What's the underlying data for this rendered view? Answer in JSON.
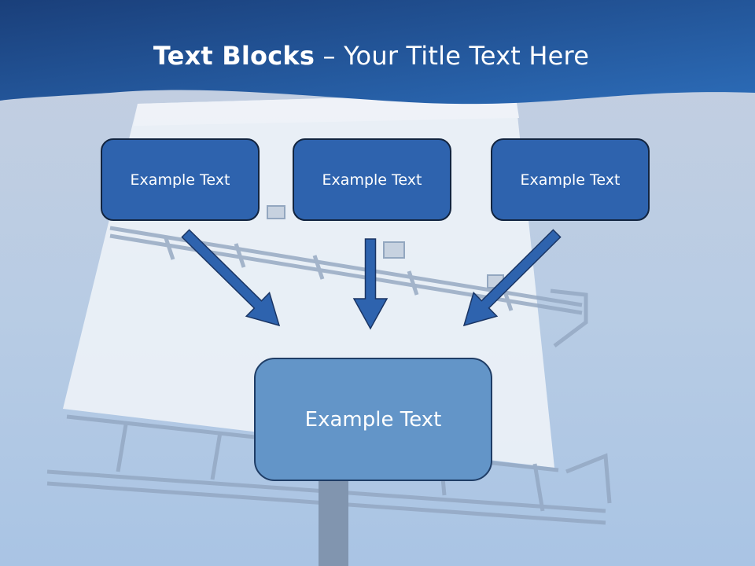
{
  "title": {
    "bold": "Text Blocks",
    "dash": " – ",
    "rest": "Your Title Text Here"
  },
  "blocks": [
    {
      "label": "Example Text"
    },
    {
      "label": "Example Text"
    },
    {
      "label": "Example Text"
    }
  ],
  "target": {
    "label": "Example Text"
  },
  "colors": {
    "header": "#1f4a8c",
    "box_fill": "#2e63ae",
    "target_fill": "#6395c8",
    "arrow": "#2e63ae",
    "box_border": "#12243f"
  }
}
